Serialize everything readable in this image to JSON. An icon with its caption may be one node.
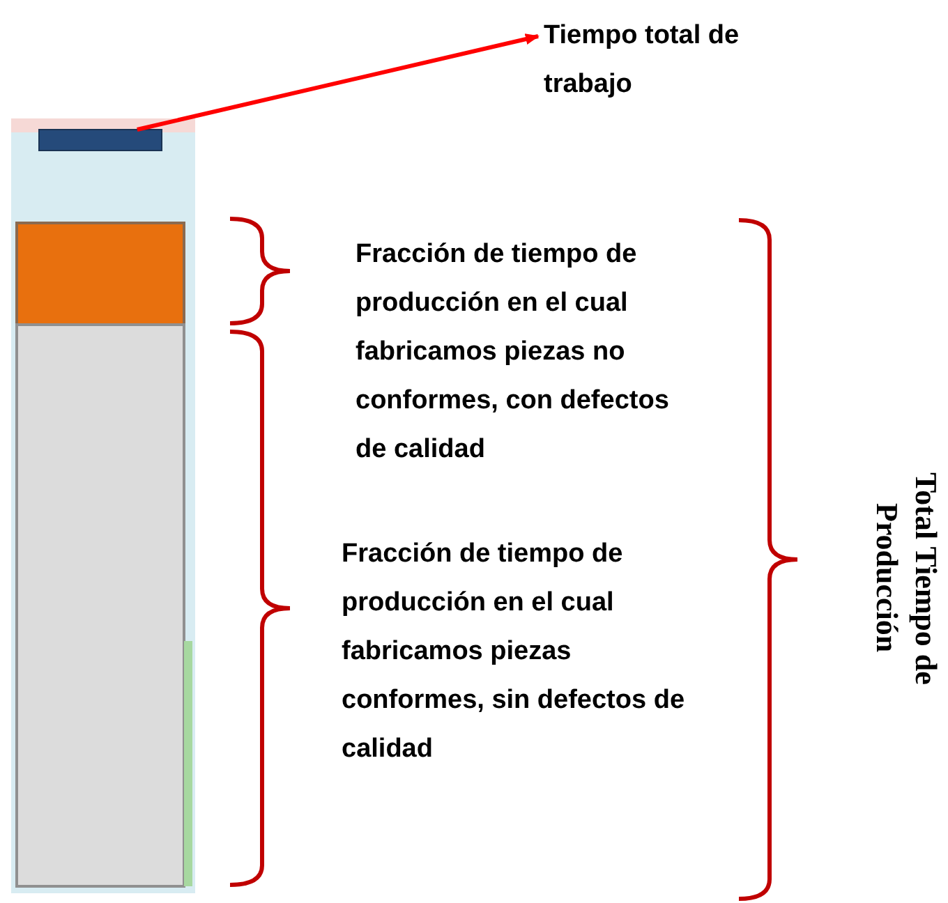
{
  "diagram": {
    "nodes": [
      {
        "text": [
          "Tiempo total de trabajo"
        ]
      },
      {
        "text": [],
        "shape": "bar"
      }
    ],
    "edges": [
      {
        "from": 1,
        "to": 0,
        "arrow": "to",
        "color": "#ff0000"
      }
    ],
    "labels": [
      "Fracción de tiempo de producción en el cual fabricamos piezas no conformes, con defectos de calidad",
      "Fracción de tiempo de producción en el cual fabricamos piezas conformes, sin defectos de calidad",
      "Total Tiempo de Producción"
    ]
  }
}
